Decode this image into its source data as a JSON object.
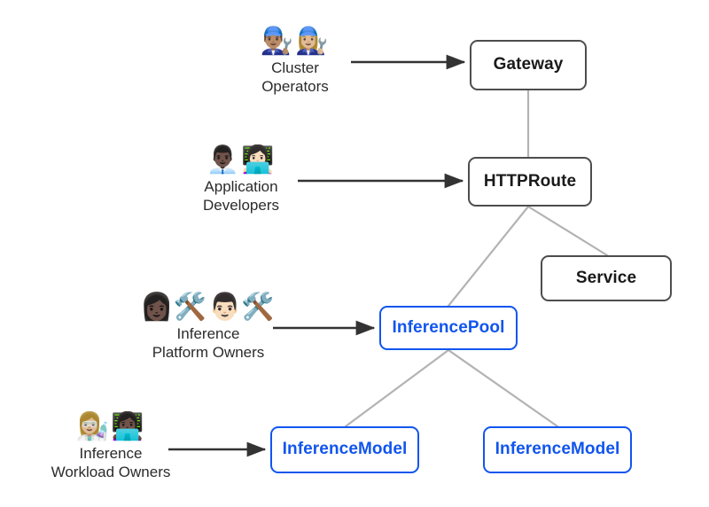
{
  "diagram": {
    "title": "Gateway API Inference Extension personas and resources",
    "background_color": "#ffffff",
    "core_border_color": "#4d4d4d",
    "core_text_color": "#1a1a1a",
    "inference_border_color": "#1155ee",
    "inference_text_color": "#1155ee",
    "arrow_color": "#333333",
    "connector_color": "#b3b3b3"
  },
  "nodes": [
    {
      "id": "gateway",
      "label": "Gateway",
      "kind": "core"
    },
    {
      "id": "httproute",
      "label": "HTTPRoute",
      "kind": "core"
    },
    {
      "id": "service",
      "label": "Service",
      "kind": "core"
    },
    {
      "id": "inferencepool",
      "label": "InferencePool",
      "kind": "inference"
    },
    {
      "id": "inferencemodel_left",
      "label": "InferenceModel",
      "kind": "inference"
    },
    {
      "id": "inferencemodel_right",
      "label": "InferenceModel",
      "kind": "inference"
    }
  ],
  "actors": [
    {
      "id": "cluster-operators",
      "name": "Cluster\nOperators",
      "emojis": "👨🏽‍🔧👩🏼‍🔧",
      "icon_names": [
        "man-mechanic-icon",
        "woman-mechanic-icon"
      ],
      "targets": "Gateway"
    },
    {
      "id": "application-developers",
      "name": "Application\nDevelopers",
      "emojis": "👨🏿‍💼👩🏻‍💻",
      "icon_names": [
        "man-office-worker-icon",
        "woman-technologist-icon"
      ],
      "targets": "HTTPRoute"
    },
    {
      "id": "inference-platform-owners",
      "name": "Inference\nPlatform Owners",
      "emojis": "👩🏿‍🛠️👨🏻‍🛠️",
      "icon_names": [
        "woman-construction-worker-icon",
        "man-construction-worker-icon"
      ],
      "targets": "InferencePool"
    },
    {
      "id": "inference-workload-owners",
      "name": "Inference\nWorkload Owners",
      "emojis": "👩🏼‍🔬👩🏿‍💻",
      "icon_names": [
        "woman-scientist-icon",
        "woman-technologist-icon"
      ],
      "targets": "InferenceModel"
    }
  ],
  "connections": [
    {
      "from": "Gateway",
      "to": "HTTPRoute",
      "style": "plain"
    },
    {
      "from": "HTTPRoute",
      "to": "InferencePool",
      "style": "plain"
    },
    {
      "from": "HTTPRoute",
      "to": "Service",
      "style": "plain"
    },
    {
      "from": "InferencePool",
      "to": "InferenceModel",
      "style": "plain"
    },
    {
      "from": "InferencePool",
      "to": "InferenceModel",
      "style": "plain"
    },
    {
      "from": "Cluster Operators",
      "to": "Gateway",
      "style": "arrow"
    },
    {
      "from": "Application Developers",
      "to": "HTTPRoute",
      "style": "arrow"
    },
    {
      "from": "Inference Platform Owners",
      "to": "InferencePool",
      "style": "arrow"
    },
    {
      "from": "Inference Workload Owners",
      "to": "InferenceModel",
      "style": "arrow"
    }
  ]
}
